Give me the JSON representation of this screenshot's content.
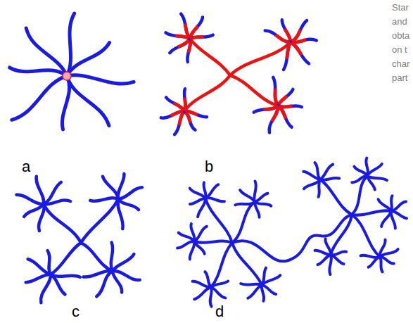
{
  "diagram": {
    "labels": [
      "Star",
      "and",
      "obta",
      "on t",
      "char",
      "part",
      "a",
      "b",
      "c",
      "d"
    ]
  }
}
